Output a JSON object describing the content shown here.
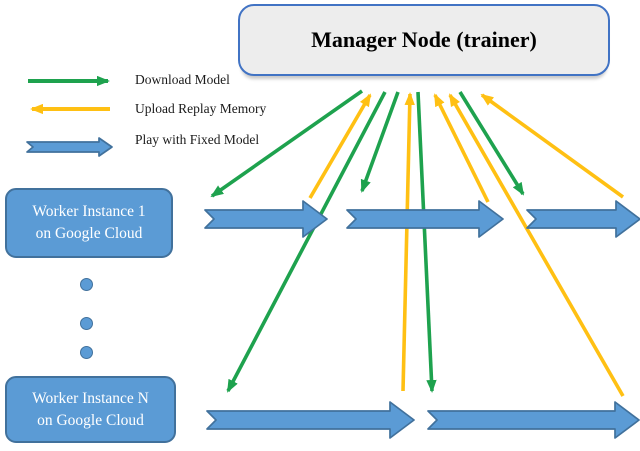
{
  "manager": {
    "label": "Manager Node (trainer)"
  },
  "legend": {
    "items": [
      {
        "label": "Download Model",
        "arrow": "green-right"
      },
      {
        "label": "Upload Replay Memory",
        "arrow": "yellow-left"
      },
      {
        "label": "Play with Fixed Model",
        "arrow": "blue-block-right"
      }
    ]
  },
  "workers": [
    {
      "line1": "Worker Instance 1",
      "line2": "on Google Cloud"
    },
    {
      "line1": "Worker Instance N",
      "line2": "on Google Cloud"
    }
  ],
  "ellipsis_dots": 3,
  "colors": {
    "green": "#1EA24E",
    "yellow": "#FFC013",
    "blue_fill": "#5B9BD5",
    "blue_border": "#41719C",
    "manager_fill": "#EDEDED",
    "manager_border": "#4173C4"
  },
  "diagram": {
    "green_arrows": [
      [
        362,
        91,
        212,
        196
      ],
      [
        398,
        92,
        362,
        191
      ],
      [
        460,
        92,
        523,
        194
      ],
      [
        385,
        92,
        228,
        391
      ],
      [
        418,
        92,
        432,
        391
      ]
    ],
    "yellow_arrows": [
      [
        310,
        198,
        370,
        95
      ],
      [
        488,
        202,
        435,
        95
      ],
      [
        623,
        197,
        482,
        95
      ],
      [
        403,
        391,
        410,
        94
      ],
      [
        623,
        396,
        450,
        95
      ]
    ],
    "blue_arrows": [
      [
        205,
        219,
        122
      ],
      [
        347,
        219,
        156
      ],
      [
        527,
        219,
        113
      ],
      [
        207,
        420,
        207
      ],
      [
        428,
        420,
        211
      ]
    ],
    "legend_green": [
      28,
      81,
      108,
      81
    ],
    "legend_yellow": [
      110,
      109,
      32,
      109
    ],
    "legend_blue": [
      27,
      147,
      85
    ]
  }
}
